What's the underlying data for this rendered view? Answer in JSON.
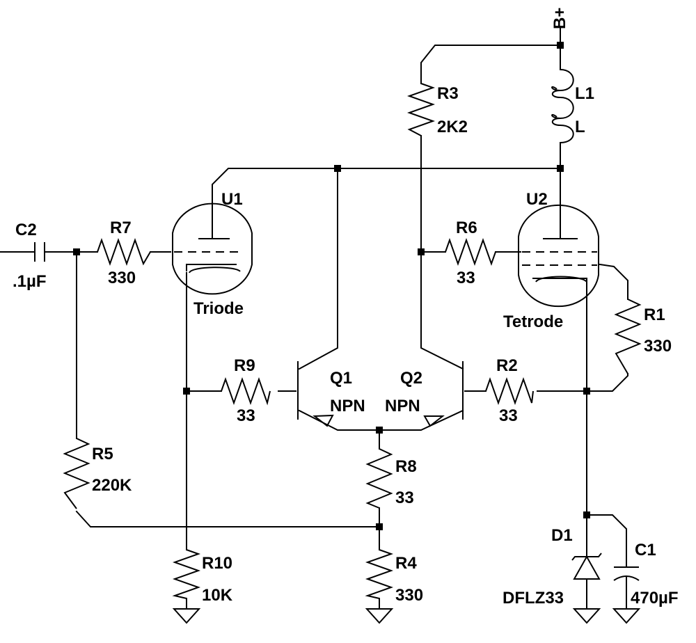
{
  "supply": {
    "label": "B+"
  },
  "components": {
    "C2": {
      "ref": "C2",
      "value": ".1µF"
    },
    "R7": {
      "ref": "R7",
      "value": "330"
    },
    "U1": {
      "ref": "U1",
      "type": "Triode"
    },
    "R3": {
      "ref": "R3",
      "value": "2K2"
    },
    "L1": {
      "ref": "L1",
      "value": "L"
    },
    "U2": {
      "ref": "U2",
      "type": "Tetrode"
    },
    "R6": {
      "ref": "R6",
      "value": "33"
    },
    "R1": {
      "ref": "R1",
      "value": "330"
    },
    "R9": {
      "ref": "R9",
      "value": "33"
    },
    "Q1": {
      "ref": "Q1",
      "type": "NPN"
    },
    "Q2": {
      "ref": "Q2",
      "type": "NPN"
    },
    "R2": {
      "ref": "R2",
      "value": "33"
    },
    "R5": {
      "ref": "R5",
      "value": "220K"
    },
    "R8": {
      "ref": "R8",
      "value": "33"
    },
    "R10": {
      "ref": "R10",
      "value": "10K"
    },
    "R4": {
      "ref": "R4",
      "value": "330"
    },
    "D1": {
      "ref": "D1",
      "value": "DFLZ33"
    },
    "C1": {
      "ref": "C1",
      "value": "470µF"
    }
  }
}
